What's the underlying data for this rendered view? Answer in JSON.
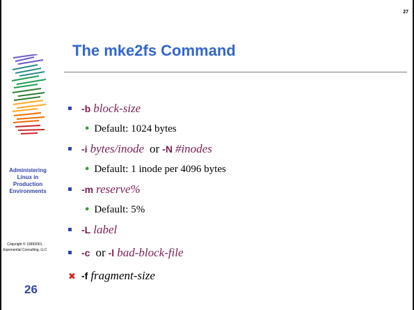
{
  "slide": {
    "number_top": "27",
    "title": "The mke2fs Command",
    "side_title_lines": [
      "Administering",
      "Linux in",
      "Production",
      "Environments"
    ],
    "copyright_lines": [
      "Copyright © 19992001,",
      "Exponential Consulting, LLC"
    ],
    "page_number": "26"
  },
  "bullets": [
    {
      "flag": "-b",
      "arg": "block-size",
      "sub": "Default: 1024 bytes"
    },
    {
      "flag": "-i",
      "arg": "bytes/inode",
      "or": "or",
      "flag2": "-N",
      "arg2": "#inodes",
      "sub": "Default: 1 inode per 4096 bytes"
    },
    {
      "flag": "-m",
      "arg": "reserve%",
      "sub": "Default: 5%"
    },
    {
      "flag": "-L",
      "arg": "label"
    },
    {
      "flag": "-c",
      "or": "or",
      "flag2": "-l",
      "arg2": "bad-block-file"
    },
    {
      "flag": "-f",
      "arg": "fragment-size",
      "marker": "cross"
    }
  ],
  "colors": {
    "accent_blue": "#3366cc",
    "flag_maroon": "#7a1f55",
    "sub_bullet_green": "#3a9b3a",
    "cross_red": "#d81e1e"
  }
}
